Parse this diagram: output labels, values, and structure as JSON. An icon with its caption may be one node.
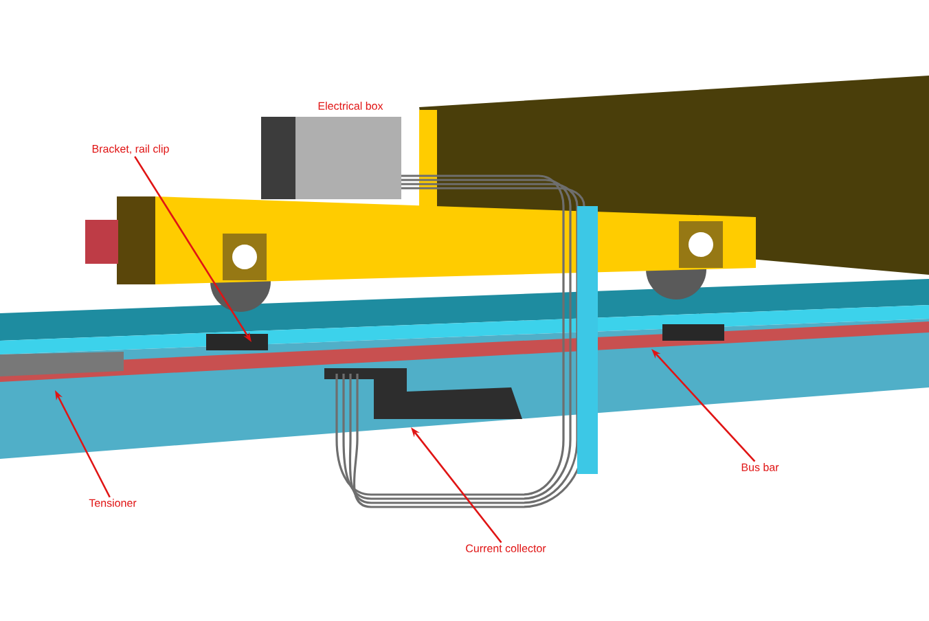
{
  "diagram": {
    "nodes": [
      {
        "text": [
          "Bracket, rail clip"
        ]
      },
      {
        "text": [
          "Tensioner"
        ]
      },
      {
        "text": [
          "Bus bar"
        ]
      },
      {
        "text": [
          "Current collector"
        ]
      }
    ],
    "edges": [
      {
        "from": 0,
        "to": null,
        "arrow": "to"
      },
      {
        "from": 1,
        "to": null,
        "arrow": "to"
      },
      {
        "from": 2,
        "to": null,
        "arrow": "to"
      },
      {
        "from": 3,
        "to": null,
        "arrow": "to"
      }
    ],
    "labels": [
      "Electrical box"
    ]
  }
}
